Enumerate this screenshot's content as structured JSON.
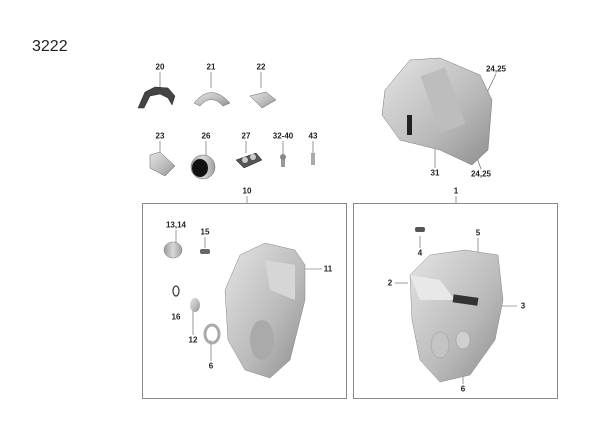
{
  "diagram_id": "3222",
  "groups": [
    {
      "label": "10"
    },
    {
      "label": "1"
    }
  ],
  "callouts": {
    "top_row": [
      "20",
      "21",
      "22"
    ],
    "second_row": [
      "23",
      "26",
      "27",
      "32-40",
      "43"
    ],
    "housing_top": [
      "24,25",
      "31",
      "24,25"
    ],
    "left_box": [
      "13,14",
      "15",
      "11",
      "16",
      "12",
      "6"
    ],
    "right_box": [
      "4",
      "5",
      "2",
      "3",
      "6"
    ]
  }
}
